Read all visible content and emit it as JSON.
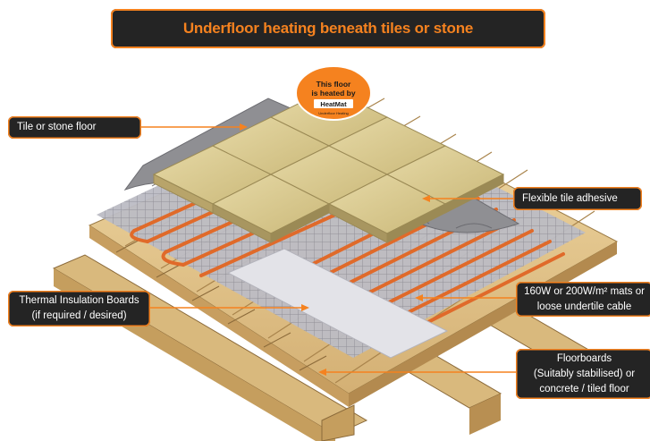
{
  "title": "Underfloor heating beneath tiles or stone",
  "badge": {
    "line1": "This floor",
    "line2": "is heated by",
    "brand": "HeatMat",
    "tagline": "Underfloor Heating"
  },
  "labels": {
    "tile_floor": "Tile or stone floor",
    "tile_adhesive": "Flexible tile adhesive",
    "insulation_line1": "Thermal Insulation Boards",
    "insulation_line2": "(if required / desired)",
    "mats_line1": "160W or 200W/m² mats or",
    "mats_line2": "loose undertile cable",
    "floorboards_line1": "Floorboards",
    "floorboards_line2": "(Suitably stabilised) or",
    "floorboards_line3": "concrete / tiled floor"
  },
  "colors": {
    "accent": "#f5821f",
    "label_bg": "#242424",
    "tile": "#d9c98f",
    "adhesive": "#8c8c8c",
    "wood": "#e8cf97",
    "board": "#e6e6e9"
  }
}
